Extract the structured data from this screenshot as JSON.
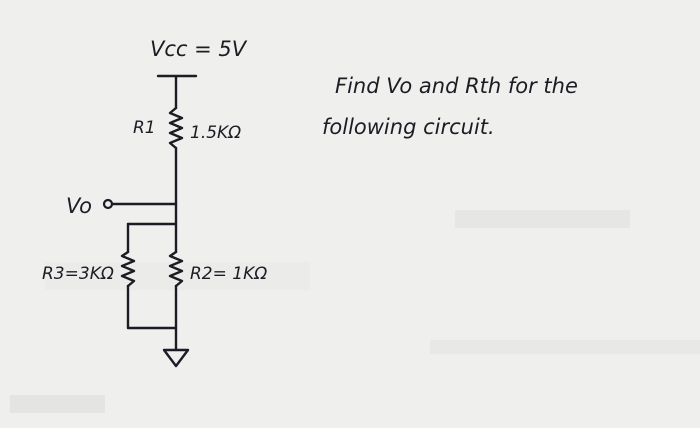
{
  "circuit": {
    "vcc_label": "Vcc = 5V",
    "r1_name": "R1",
    "r1_value": "1.5KΩ",
    "vo_label": "Vo",
    "r3_label": "R3=3KΩ",
    "r2_label": "R2= 1KΩ"
  },
  "problem": {
    "line1": "Find Vo and Rth for the",
    "line2": "following circuit."
  },
  "colors": {
    "paper": "#efefed",
    "ink": "#1c1c24"
  }
}
